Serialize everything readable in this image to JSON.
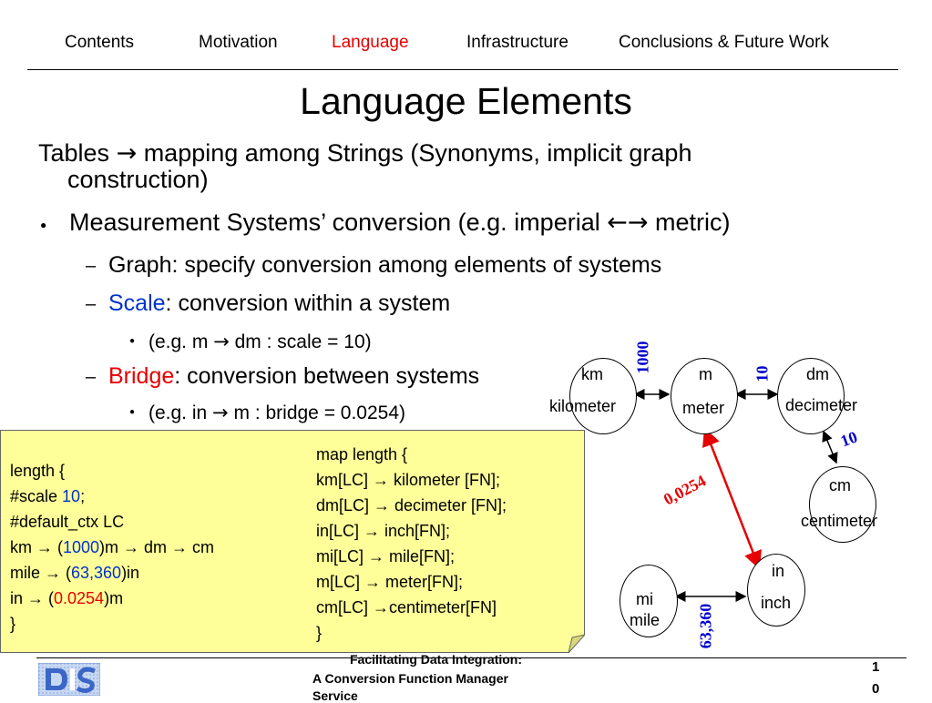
{
  "nav": {
    "contents": "Contents",
    "motivation": "Motivation",
    "language": "Language",
    "infrastructure": "Infrastructure",
    "conclusions": "Conclusions & Future Work"
  },
  "slide_title": "Language Elements",
  "body": {
    "tables_a": "Tables ",
    "tables_arrow": "→",
    "tables_b": " mapping among Strings (Synonyms, implicit graph",
    "tables_c": "construction)",
    "measure_a": "Measurement Systems’ conversion (e.g. imperial ",
    "measure_arrow": "←→",
    "measure_b": " metric)",
    "graph": "Graph: specify conversion among elements of systems",
    "scale_word": "Scale",
    "scale_rest": ": conversion within a system",
    "scale_ex_a": "(e.g. m ",
    "scale_ex_arrow": "→",
    "scale_ex_b": " dm : scale = 10)",
    "bridge_word": "Bridge",
    "bridge_rest": ": conversion between systems",
    "bridge_ex_a": "(e.g. in ",
    "bridge_ex_arrow": "→",
    "bridge_ex_b": " m : bridge = 0.0254)"
  },
  "code_left": {
    "l1": "length {",
    "l2a": "   #scale ",
    "l2b": "10",
    "l2c": ";",
    "l3": "   #default_ctx LC",
    "l4a": "   km → (",
    "l4b": "1000",
    "l4c": ")m → dm → cm",
    "l5a": "   mile → (",
    "l5b": "63,360",
    "l5c": ")in",
    "l6a": "   in → (",
    "l6b": "0.0254",
    "l6c": ")m",
    "l7": "}"
  },
  "code_right": {
    "l1": "map length {",
    "l2": "   km[LC] → kilometer [FN];",
    "l3": "   dm[LC] → decimeter [FN];",
    "l4": "    in[LC] → inch[FN];",
    "l5": "    mi[LC] → mile[FN];",
    "l6": "    m[LC] → meter[FN];",
    "l7": "    cm[LC] →centimeter[FN]",
    "l8": "}"
  },
  "graph": {
    "nodes": {
      "km": {
        "short": "km",
        "long": "kilometer"
      },
      "m": {
        "short": "m",
        "long": "meter"
      },
      "dm": {
        "short": "dm",
        "long": "decimeter"
      },
      "cm": {
        "short": "cm",
        "long": "centimeter"
      },
      "in": {
        "short": "in",
        "long": "inch"
      },
      "mi": {
        "short": "mi",
        "long": "mile"
      }
    },
    "edges": {
      "km_m": "1000",
      "m_dm": "10",
      "dm_cm": "10",
      "m_in": "0,0254",
      "mi_in": "63,360"
    }
  },
  "footer": {
    "line1": "Facilitating Data Integration:",
    "line2": "A Conversion Function Manager",
    "line3": "Service",
    "page_top": "1",
    "page_bottom": "0"
  },
  "colors": {
    "accent_red": "#e60000",
    "accent_blue": "#0033cc",
    "note_bg": "#ffff99"
  }
}
